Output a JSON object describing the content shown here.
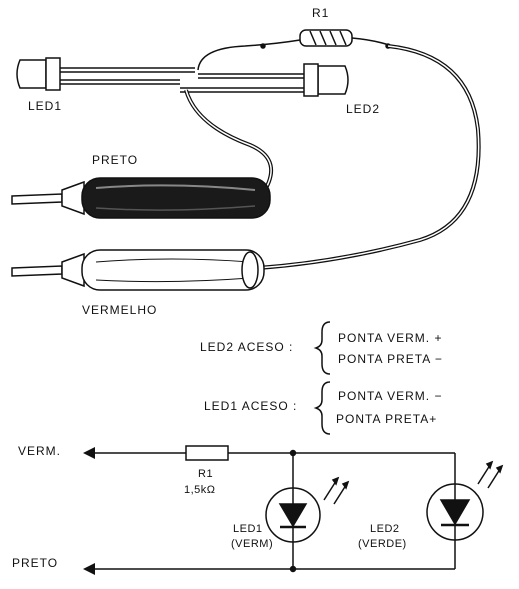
{
  "top": {
    "r1": "R1",
    "led1": "LED1",
    "led2": "LED2",
    "preto": "PRETO",
    "vermelho": "VERMELHO"
  },
  "table": {
    "led2_aceso": "LED2 ACESO :",
    "led2_line1": "PONTA  VERM. +",
    "led2_line2": "PONTA  PRETA  −",
    "led1_aceso": "LED1 ACESO :",
    "led1_line1": "PONTA  VERM. −",
    "led1_line2": "PONTA  PRETA+"
  },
  "schematic": {
    "verm": "VERM.",
    "preto": "PRETO",
    "r1": "R1",
    "r1_value": "1,5kΩ",
    "led1": "LED1",
    "led1_color": "(VERM)",
    "led2": "LED2",
    "led2_color": "(VERDE)"
  }
}
